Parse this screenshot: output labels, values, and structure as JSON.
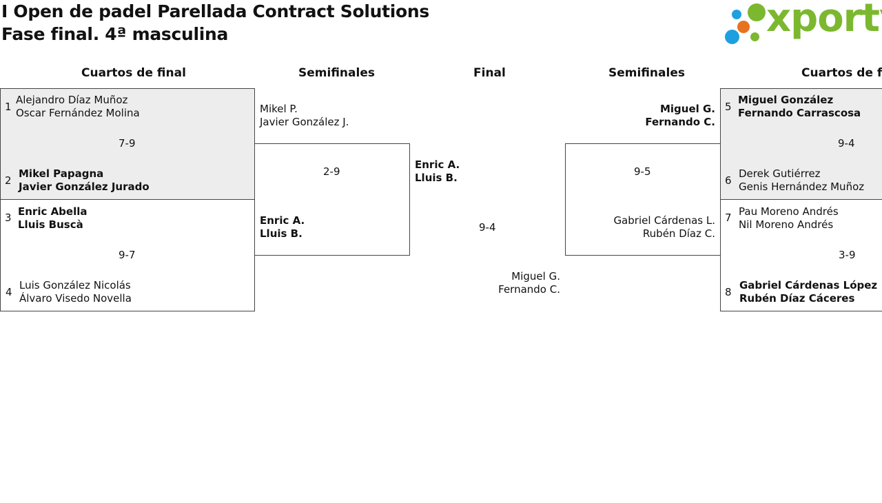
{
  "header": {
    "title": "I Open de padel Parellada Contract Solutions",
    "subtitle": "Fase final. 4ª masculina",
    "logo_text": "xporty",
    "logo_colors": {
      "green": "#7cb82f",
      "blue": "#1ea0e0",
      "orange": "#e8731e"
    }
  },
  "rounds": {
    "qf_left": "Cuartos de final",
    "sf_left": "Semifinales",
    "final": "Final",
    "sf_right": "Semifinales",
    "qf_right": "Cuartos de final"
  },
  "qf_left": [
    {
      "score": "7-9",
      "team_a": {
        "seed": "1",
        "p1": "Alejandro Díaz Muñoz",
        "p2": "Oscar Fernández Molina"
      },
      "team_b": {
        "seed": "2",
        "p1": "Mikel Papagna",
        "p2": "Javier González Jurado"
      }
    },
    {
      "score": "9-7",
      "team_a": {
        "seed": "3",
        "p1": "Enric Abella",
        "p2": "Lluis Buscà"
      },
      "team_b": {
        "seed": "4",
        "p1": "Luis González Nicolás",
        "p2": "Álvaro Visedo Novella"
      }
    }
  ],
  "sf_left": {
    "score": "2-9",
    "team_a": {
      "p1": "Mikel P.",
      "p2": "Javier González J."
    },
    "team_b": {
      "p1": "Enric A.",
      "p2": "Lluis B."
    }
  },
  "final": {
    "score": "9-4",
    "team_a": {
      "p1": "Enric A.",
      "p2": "Lluis B."
    },
    "team_b": {
      "p1": "Miguel G.",
      "p2": "Fernando C."
    }
  },
  "sf_right": {
    "score": "9-5",
    "team_a": {
      "p1": "Miguel G.",
      "p2": "Fernando C."
    },
    "team_b": {
      "p1": "Gabriel Cárdenas L.",
      "p2": "Rubén Díaz C."
    }
  },
  "qf_right": [
    {
      "score": "9-4",
      "team_a": {
        "seed": "5",
        "p1": "Miguel González",
        "p2": "Fernando Carrascosa"
      },
      "team_b": {
        "seed": "6",
        "p1": "Derek Gutiérrez",
        "p2": "Genis Hernández Muñoz"
      }
    },
    {
      "score": "3-9",
      "team_a": {
        "seed": "7",
        "p1": "Pau Moreno Andrés",
        "p2": "Nil Moreno Andrés"
      },
      "team_b": {
        "seed": "8",
        "p1": "Gabriel Cárdenas López",
        "p2": "Rubén Díaz Cáceres"
      }
    }
  ]
}
